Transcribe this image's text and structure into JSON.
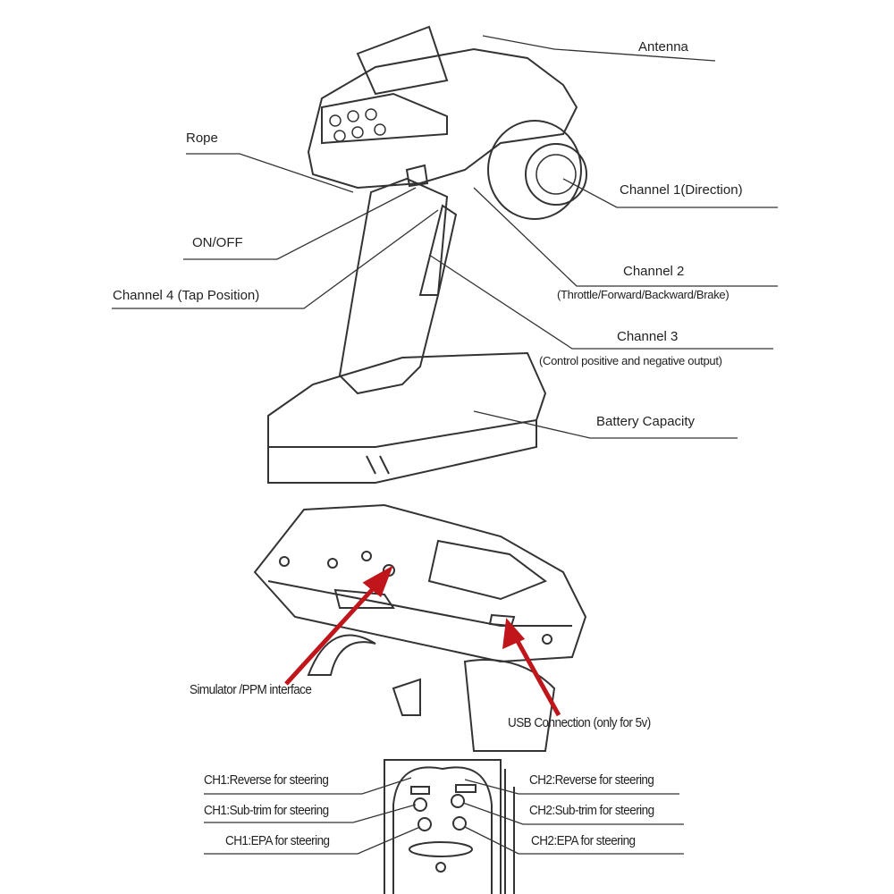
{
  "top_labels": {
    "antenna": "Antenna",
    "rope": "Rope",
    "channel1": "Channel 1(Direction)",
    "on_off": "ON/OFF",
    "channel2": "Channel 2",
    "channel2_desc": "(Throttle/Forward/Backward/Brake)",
    "channel4": "Channel 4 (Tap Position)",
    "channel3": "Channel 3",
    "channel3_desc": "(Control positive and negative output)",
    "battery": "Battery Capacity"
  },
  "middle_labels": {
    "simulator": "Simulator /PPM interface",
    "usb": "USB Connection (only for 5v)"
  },
  "bottom_labels": {
    "ch1_reverse": "CH1:Reverse for steering",
    "ch1_subtrim": "CH1:Sub-trim for steering",
    "ch1_epa": "CH1:EPA for steering",
    "ch2_reverse": "CH2:Reverse for steering",
    "ch2_subtrim": "CH2:Sub-trim for steering",
    "ch2_epa": "CH2:EPA for steering"
  },
  "colors": {
    "arrow": "#c0161b",
    "line": "#333333"
  }
}
